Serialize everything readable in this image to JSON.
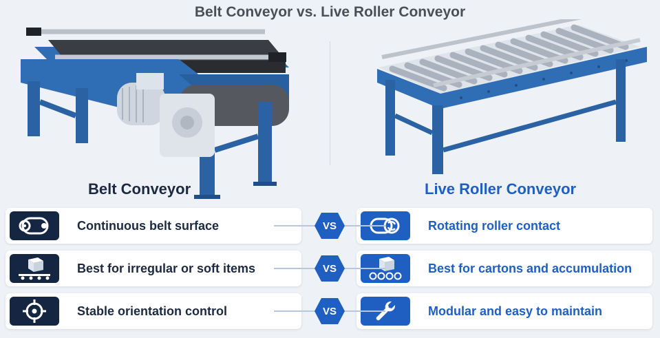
{
  "title": "Belt Conveyor vs. Live Roller Conveyor",
  "left": {
    "heading": "Belt Conveyor",
    "items": [
      {
        "icon": "belt-rollers-icon",
        "text": "Continuous belt surface"
      },
      {
        "icon": "box-on-belt-icon",
        "text": "Best for irregular or soft items"
      },
      {
        "icon": "target-crosshair-icon",
        "text": "Stable orientation control"
      }
    ]
  },
  "right": {
    "heading": "Live Roller Conveyor",
    "items": [
      {
        "icon": "rotating-roller-icon",
        "text": "Rotating roller contact"
      },
      {
        "icon": "box-on-rollers-icon",
        "text": "Best for cartons and accumulation"
      },
      {
        "icon": "wrench-icon",
        "text": "Modular and easy to maintain"
      }
    ]
  },
  "vs_label": "VS",
  "colors": {
    "navy": "#142641",
    "blue": "#1f5fc2",
    "frame_blue": "#2f6db5",
    "background": "#eef2f6"
  }
}
